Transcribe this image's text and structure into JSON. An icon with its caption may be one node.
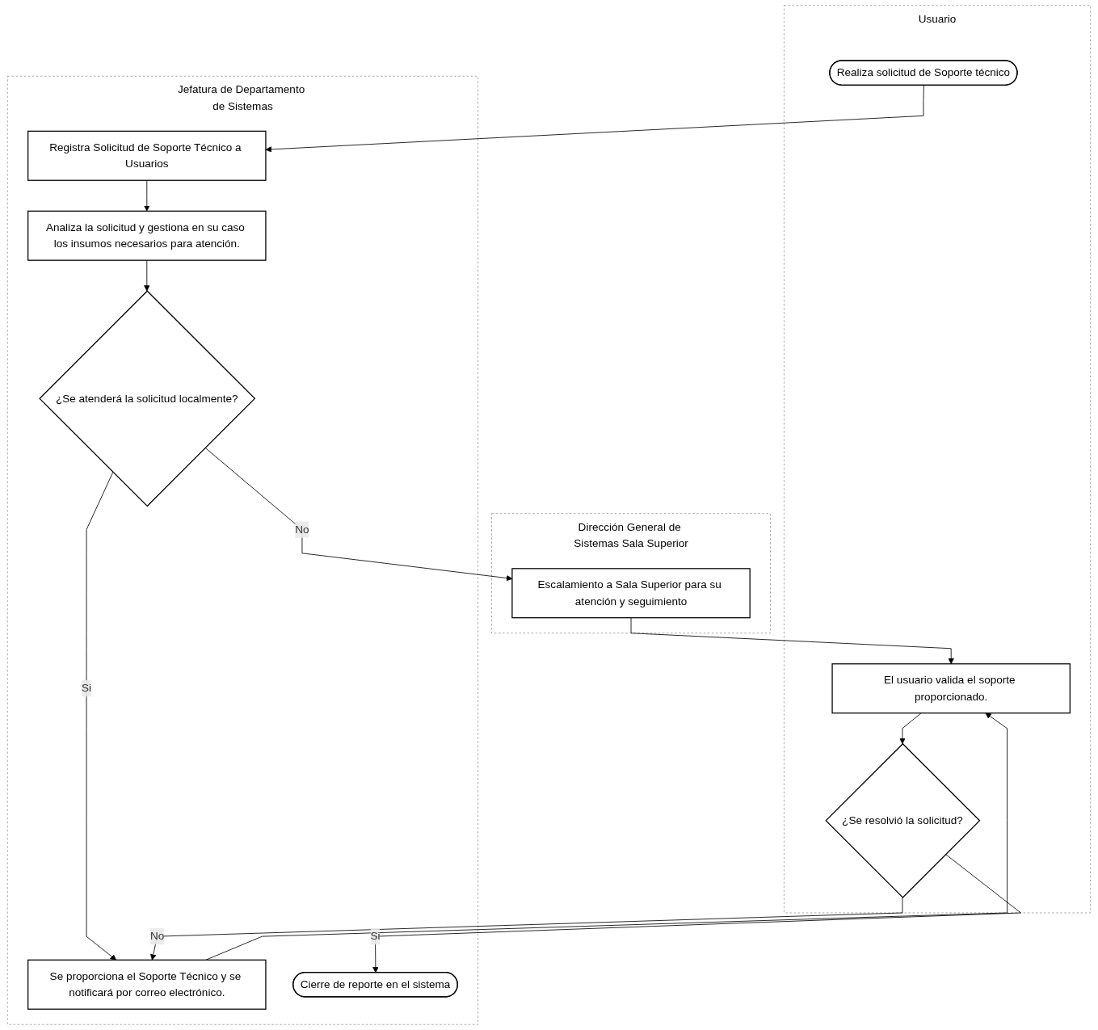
{
  "diagram": {
    "nodes": [
      {
        "text": [
          "Jefatura de Departamento de Sistemas"
        ]
      },
      {
        "text": [
          "Usuario"
        ]
      },
      {
        "text": [
          "Dirección General de Sistemas Sala Superior"
        ]
      },
      {
        "text": [
          "Realiza solicitud de Soporte técnico"
        ],
        "in": 1
      },
      {
        "text": [
          "Registra Solicitud de Soporte Técnico a Usuarios"
        ],
        "in": 0
      },
      {
        "text": [
          "Analiza la solicitud y gestiona en su caso los insumos necesarios para atención."
        ],
        "in": 0
      },
      {
        "text": [
          "Escalamiento a Sala Superior para su atención y seguimiento"
        ],
        "in": 2
      },
      {
        "text": [
          "¿Se atenderá la solicitud localmente?"
        ],
        "in": 0
      },
      {
        "text": [
          "El usuario valida el soporte proporcionado."
        ],
        "in": 1
      },
      {
        "text": [
          "Se proporciona el Soporte Técnico y se notificará por correo electrónico."
        ],
        "in": 0
      },
      {
        "text": [
          "¿Se resolvió la solicitud?"
        ],
        "in": 1
      },
      {
        "text": [
          "Cierre de reporte en el sistema"
        ],
        "in": 0
      }
    ],
    "edges": [
      {
        "from": 3,
        "to": 4,
        "arrow": "to"
      },
      {
        "from": 4,
        "to": 5,
        "arrow": "to"
      },
      {
        "from": 5,
        "to": 7,
        "arrow": "to"
      },
      {
        "from": 7,
        "to": 6,
        "arrow": "to",
        "label": "No"
      },
      {
        "from": 7,
        "to": 9,
        "arrow": "to",
        "label": "Si"
      },
      {
        "from": 9,
        "to": 8,
        "arrow": "to"
      },
      {
        "from": 6,
        "to": 8,
        "arrow": "to"
      },
      {
        "from": 8,
        "to": 10,
        "arrow": "to"
      },
      {
        "from": 10,
        "to": 9,
        "arrow": "to",
        "label": "No"
      },
      {
        "from": 10,
        "to": 11,
        "arrow": "to",
        "label": "Si"
      }
    ]
  }
}
